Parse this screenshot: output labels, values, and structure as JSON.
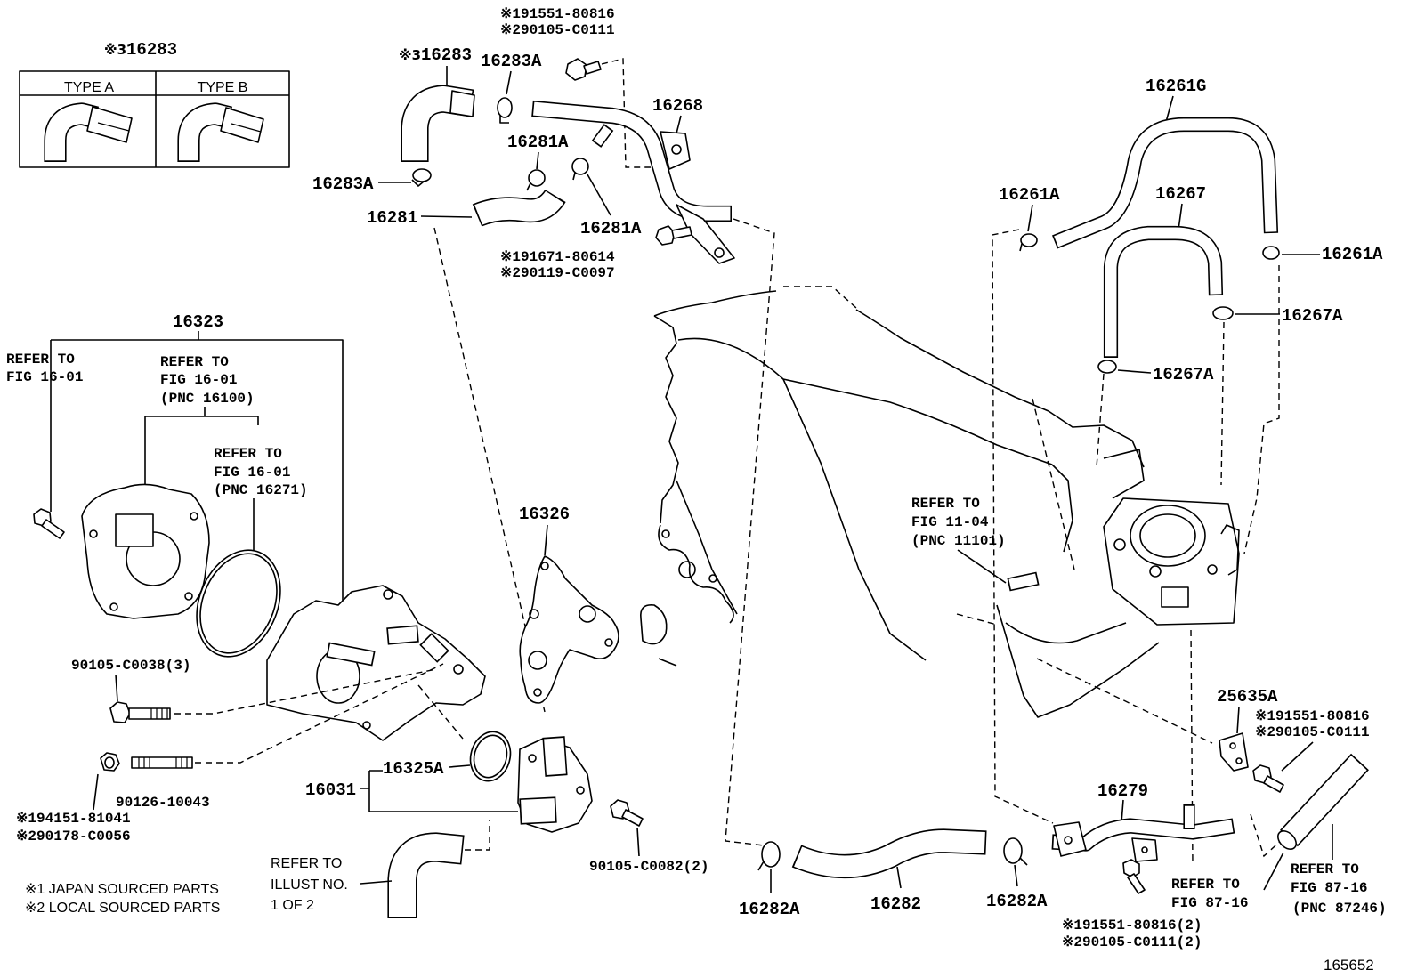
{
  "type_box": {
    "mark": "※3",
    "part": "16283",
    "type_a": "TYPE A",
    "type_b": "TYPE B"
  },
  "callouts": {
    "hose_16283": {
      "mark": "※3",
      "part": "16283"
    },
    "clamp_16283a_top": "16283A",
    "clamp_16283a_left": "16283A",
    "bolt_top": {
      "line1": "※191551-80816",
      "line2": "※290105-C0111"
    },
    "pipe_16268": "16268",
    "clamp_16281a_top": "16281A",
    "clamp_16281a_right": "16281A",
    "hose_16281": "16281",
    "bolt_bracket": {
      "line1": "※191671-80614",
      "line2": "※290119-C0097"
    },
    "hose_16261g": "16261G",
    "clamp_16261a_left": "16261A",
    "clamp_16261a_right": "16261A",
    "hose_16267": "16267",
    "clamp_16267a_right": "16267A",
    "clamp_16267a_lower": "16267A",
    "water_pump_16323": "16323",
    "gasket_16326": "16326",
    "bolt_90105_c0038": "90105-C0038(3)",
    "stud_90126": "90126-10043",
    "nut": {
      "line1": "※194151-81041",
      "line2": "※290178-C0056"
    },
    "inlet_16031": "16031",
    "oring_16325a": "16325A",
    "bolt_90105_c0082": "90105-C0082(2)",
    "clamp_16282a_left": "16282A",
    "hose_16282": "16282",
    "clamp_16282a_right": "16282A",
    "pipe_16279": "16279",
    "bolt_pipe": {
      "line1": "※191551-80816(2)",
      "line2": "※290105-C0111(2)"
    },
    "bracket_25635a": "25635A",
    "bolt_bracket_right": {
      "line1": "※191551-80816",
      "line2": "※290105-C0111"
    }
  },
  "references": {
    "fig_16_01_bolt": [
      "REFER TO",
      "FIG 16-01"
    ],
    "fig_16_01_cover": [
      "REFER TO",
      "FIG 16-01",
      "(PNC 16100)"
    ],
    "fig_16_01_oring": [
      "REFER TO",
      "FIG 16-01",
      "(PNC 16271)"
    ],
    "fig_11_04": [
      "REFER TO",
      "FIG 11-04",
      "(PNC 11101)"
    ],
    "illust_1_of_2": [
      "REFER TO",
      "ILLUST NO.",
      "1 OF 2"
    ],
    "fig_87_16_left": [
      "REFER TO",
      "FIG 87-16"
    ],
    "fig_87_16_right": [
      "REFER TO",
      "FIG 87-16",
      "(PNC 87246)"
    ]
  },
  "notes": [
    "※1 JAPAN SOURCED PARTS",
    "※2 LOCAL SOURCED PARTS"
  ],
  "illustration_number": "165652"
}
